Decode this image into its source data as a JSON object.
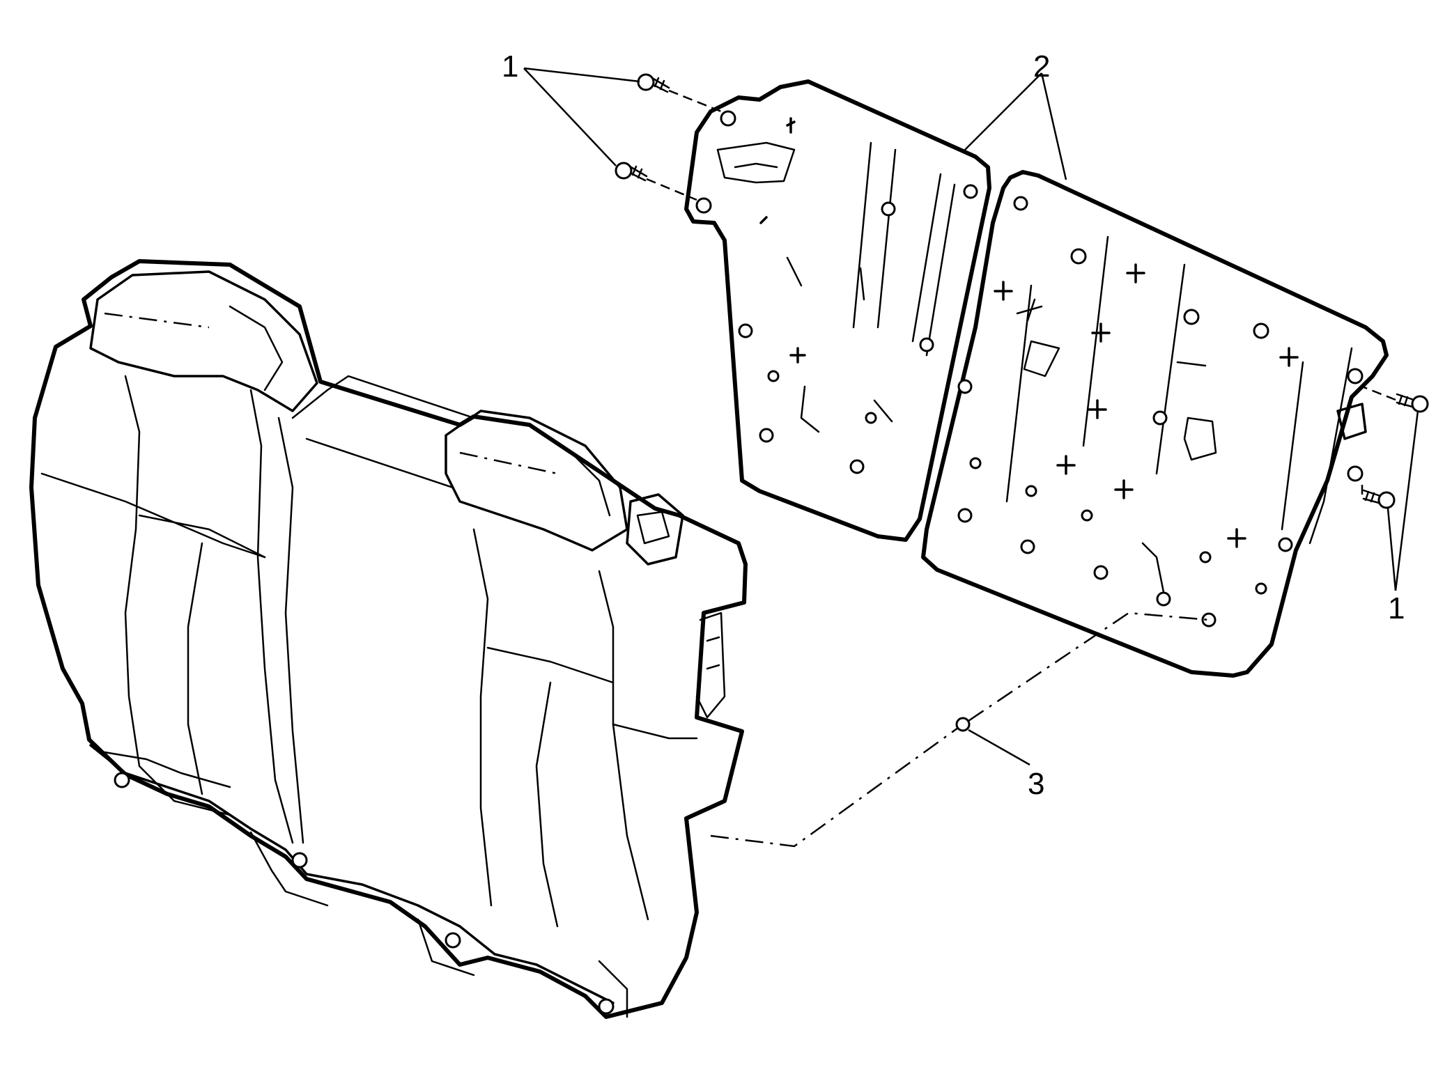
{
  "diagram": {
    "callouts": {
      "c1_top": "1",
      "c2_top": "2",
      "c1_right": "1",
      "c3": "3"
    },
    "colors": {
      "line": "#000000",
      "background": "#ffffff"
    }
  }
}
